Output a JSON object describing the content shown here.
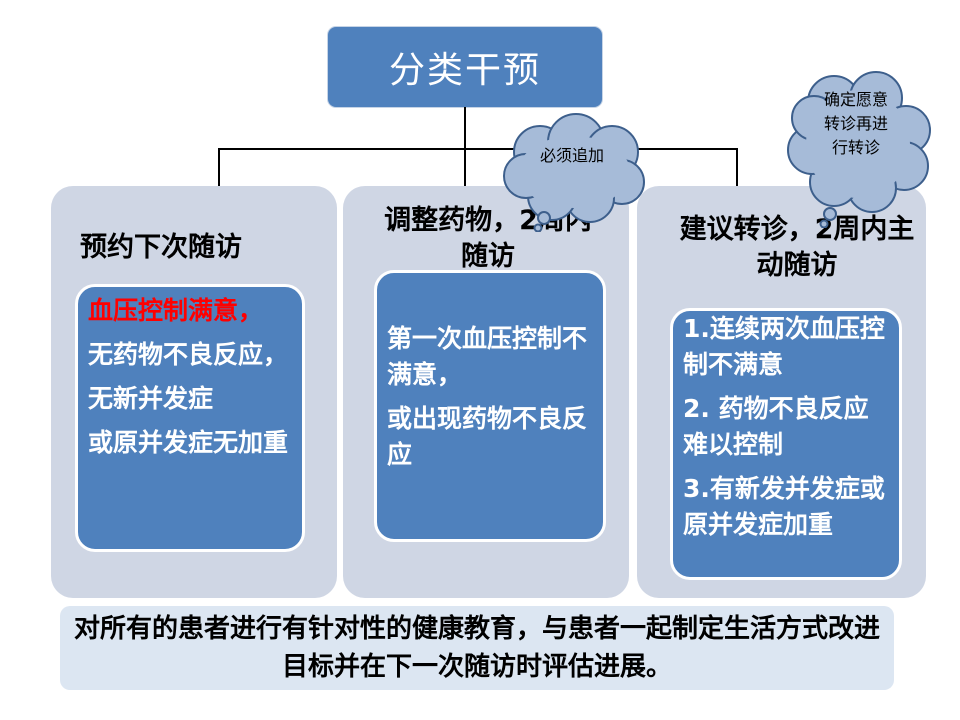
{
  "root": {
    "label": "分类干预"
  },
  "columns": [
    {
      "title": "预约下次随访",
      "items": [
        {
          "text": "血压控制满意，",
          "highlight": true
        },
        {
          "text": "无药物不良反应，",
          "highlight": false
        },
        {
          "text": "无新并发症",
          "highlight": false
        },
        {
          "text": "或原并发症无加重",
          "highlight": false
        }
      ]
    },
    {
      "title": "调整药物，2周内随访",
      "items": [
        {
          "text": "第一次血压控制不满意，"
        },
        {
          "text": "或出现药物不良反应"
        }
      ]
    },
    {
      "title": "建议转诊，2周内主动随访",
      "items": [
        {
          "text": "1.连续两次血压控制不满意"
        },
        {
          "text": "2. 药物不良反应难以控制"
        },
        {
          "text": "3.有新发并发症或原并发症加重"
        }
      ]
    }
  ],
  "callouts": {
    "follow_up": "必须追加",
    "referral": "确定愿意转诊再进行转诊"
  },
  "footer": {
    "text": "对所有的患者进行有针对性的健康教育，与患者一起制定生活方式改进目标并在下一次随访时评估进展。"
  },
  "colors": {
    "primary_box": "#4f81bd",
    "column_bg": "#cfd6e4",
    "footer_bg": "#dce6f2",
    "callout_fill": "#a6bbd8",
    "highlight_text": "#ff0000"
  }
}
